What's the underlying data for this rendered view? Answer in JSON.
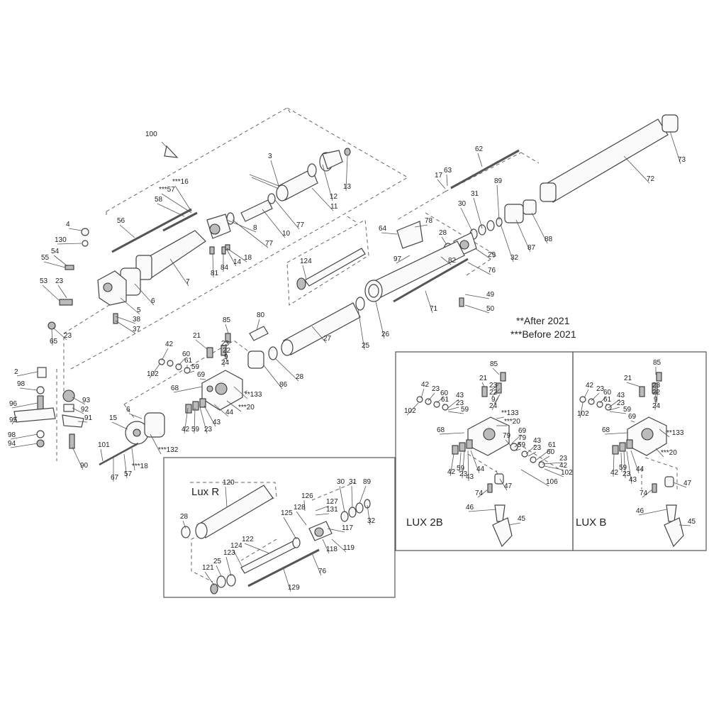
{
  "notes": {
    "after": "**After 2021",
    "before": "***Before 2021"
  },
  "insets": {
    "lux_r": "Lux R",
    "lux_2b": "LUX 2B",
    "lux_b": "LUX B"
  },
  "main_labels": {
    "l100": "100",
    "l3": "3",
    "l13": "13",
    "l12": "12",
    "l11": "11",
    "l10": "10",
    "l77a": "77",
    "l77b": "77",
    "l16a": "***16",
    "l57a": "***57",
    "l58": "58",
    "l56": "56",
    "l7": "7",
    "l6a": "6",
    "l8": "8",
    "l18a": "18",
    "l14": "14",
    "l84": "84",
    "l81": "81",
    "l4": "4",
    "l130": "130",
    "l55": "55",
    "l54": "54",
    "l53": "53",
    "l23a": "23",
    "l23b": "23",
    "l65": "65",
    "l5": "5",
    "l38": "38",
    "l37": "37",
    "l62": "62",
    "l17a": "17",
    "l63": "63",
    "l72": "72",
    "l73": "73",
    "l89": "89",
    "l31": "31",
    "l30": "30",
    "l87": "87",
    "l88": "88",
    "l32": "32",
    "l64": "64",
    "l78": "78",
    "l28a": "28",
    "l29": "29",
    "l97": "97",
    "l82": "82",
    "l76": "76",
    "l124": "124",
    "l71": "71",
    "l49": "49",
    "l50": "50",
    "l26": "26",
    "l25": "25",
    "l27": "27",
    "l28b": "28",
    "l80": "80",
    "l86": "86",
    "l85": "85",
    "l21": "21",
    "l23c": "23",
    "l22": "22",
    "l9": "9",
    "l24": "24",
    "l42": "42",
    "l60": "60",
    "l61": "61",
    "l59a": "59",
    "l102": "102",
    "l69": "69",
    "l68": "68",
    "l133": "**133",
    "l20": "***20",
    "l44": "44",
    "l43": "43",
    "l23d": "23",
    "l59b": "59",
    "l42b": "42",
    "l2": "2",
    "l98a": "98",
    "l93": "93",
    "l92": "92",
    "l96": "96",
    "l91": "91",
    "l95": "95",
    "l98b": "98",
    "l94": "94",
    "l90": "90",
    "l15": "15",
    "l6b": "6",
    "l132": "***132",
    "l101": "101",
    "l67": "67",
    "l57b": "57",
    "l18b": "***18"
  },
  "lux_r_labels": {
    "l120": "120",
    "l28": "28",
    "l126": "126",
    "l127": "127",
    "l131": "131",
    "l128": "128",
    "l125": "125",
    "l30": "30",
    "l31": "31",
    "l89": "89",
    "l32": "32",
    "l117": "117",
    "l118": "118",
    "l119": "119",
    "l122": "122",
    "l124": "124",
    "l123": "123",
    "l25": "25",
    "l121": "121",
    "l76": "76",
    "l129": "129"
  },
  "lux_2b_labels": {
    "l85": "85",
    "l21": "21",
    "l23a": "23",
    "l22": "22",
    "l9": "9",
    "l24": "24",
    "l42a": "42",
    "l23b": "23",
    "l60a": "60",
    "l61a": "61",
    "l43a": "43",
    "l23c": "23",
    "l59a": "59",
    "l102a": "102",
    "l133": "**133",
    "l20": "***20",
    "l68": "68",
    "l69": "69",
    "l79a": "79",
    "l79b": "79",
    "l59b": "59",
    "l43b": "43",
    "l23d": "23",
    "l61b": "61",
    "l60b": "60",
    "l23e": "23",
    "l42b": "42",
    "l102b": "102",
    "l106": "106",
    "l42c": "42",
    "l59c": "59",
    "l23f": "23",
    "l44": "44",
    "l43c": "43",
    "l74": "74",
    "l47": "47",
    "l46": "46",
    "l45": "45"
  },
  "lux_b_labels": {
    "l85": "85",
    "l21": "21",
    "l23a": "23",
    "l22": "22",
    "l9": "9",
    "l24": "24",
    "l42a": "42",
    "l23b": "23",
    "l60": "60",
    "l61": "61",
    "l43a": "43",
    "l23c": "23",
    "l59a": "59",
    "l69": "69",
    "l102": "102",
    "l68": "68",
    "l133": "**133",
    "l20": "***20",
    "l42b": "42",
    "l59b": "59",
    "l23d": "23",
    "l44": "44",
    "l43b": "43",
    "l74": "74",
    "l47": "47",
    "l46": "46",
    "l45": "45"
  }
}
